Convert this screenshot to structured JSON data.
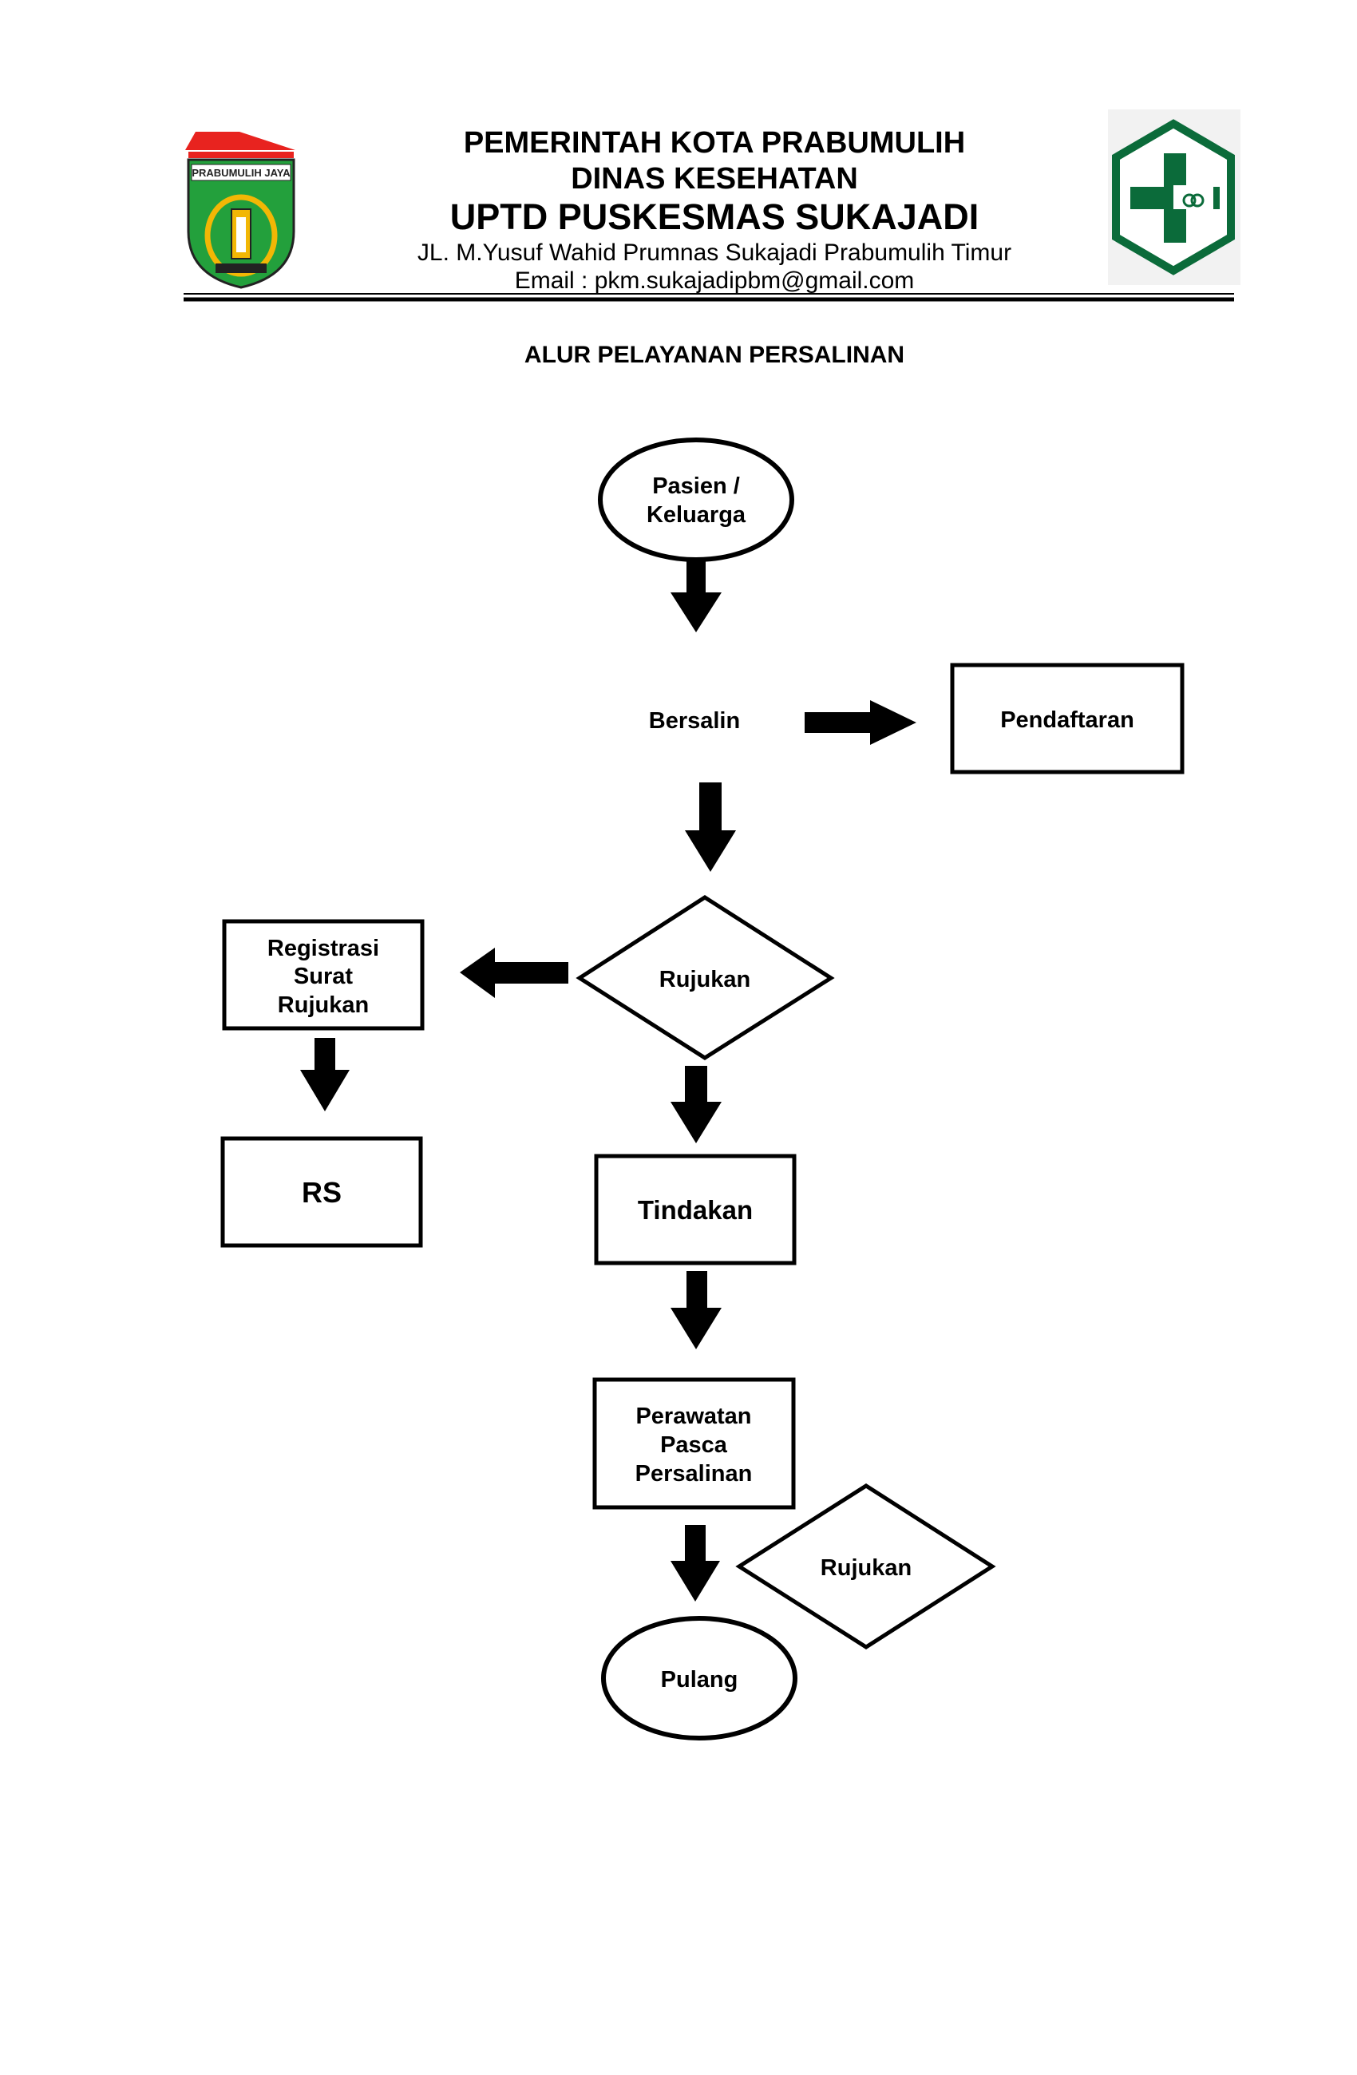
{
  "letterhead": {
    "line1": "PEMERINTAH KOTA PRABUMULIH",
    "line2": "DINAS KESEHATAN",
    "line3": "UPTD PUSKESMAS SUKAJADI",
    "address": "JL. M.Yusuf Wahid Prumnas Sukajadi Prabumulih Timur",
    "email": "Email : pkm.sukajadipbm@gmail.com",
    "left_logo": {
      "banner_text": "PRABUMULIH JAYA",
      "colors": {
        "roof": "#e8231f",
        "shield": "#23a03c",
        "gold": "#f2b705",
        "dark": "#222222"
      }
    },
    "right_logo": {
      "icon": "puskesmas-cross-house-icon",
      "colors": {
        "green": "#0b6b3a"
      }
    }
  },
  "document": {
    "title": "ALUR PELAYANAN PERSALINAN"
  },
  "flowchart": {
    "nodes": {
      "start": {
        "shape": "ellipse",
        "lines": [
          "Pasien /",
          "Keluarga"
        ]
      },
      "bersalin": {
        "shape": "text",
        "lines": [
          "Bersalin"
        ]
      },
      "pendaftaran": {
        "shape": "rect",
        "lines": [
          "Pendaftaran"
        ]
      },
      "rujukan_1": {
        "shape": "diamond",
        "lines": [
          "Rujukan"
        ]
      },
      "registrasi": {
        "shape": "rect",
        "lines": [
          "Registrasi",
          "Surat",
          "Rujukan"
        ]
      },
      "rs": {
        "shape": "rect",
        "lines": [
          "RS"
        ]
      },
      "tindakan": {
        "shape": "rect",
        "lines": [
          "Tindakan"
        ]
      },
      "perawatan": {
        "shape": "rect",
        "lines": [
          "Perawatan",
          "Pasca",
          "Persalinan"
        ]
      },
      "rujukan_2": {
        "shape": "diamond",
        "lines": [
          "Rujukan"
        ]
      },
      "pulang": {
        "shape": "ellipse",
        "lines": [
          "Pulang"
        ]
      }
    },
    "edges": [
      {
        "from": "start",
        "to": "bersalin"
      },
      {
        "from": "bersalin",
        "to": "pendaftaran"
      },
      {
        "from": "bersalin",
        "to": "rujukan_1"
      },
      {
        "from": "rujukan_1",
        "to": "registrasi"
      },
      {
        "from": "registrasi",
        "to": "rs"
      },
      {
        "from": "rujukan_1",
        "to": "tindakan"
      },
      {
        "from": "tindakan",
        "to": "perawatan"
      },
      {
        "from": "perawatan",
        "to": "pulang"
      }
    ]
  }
}
